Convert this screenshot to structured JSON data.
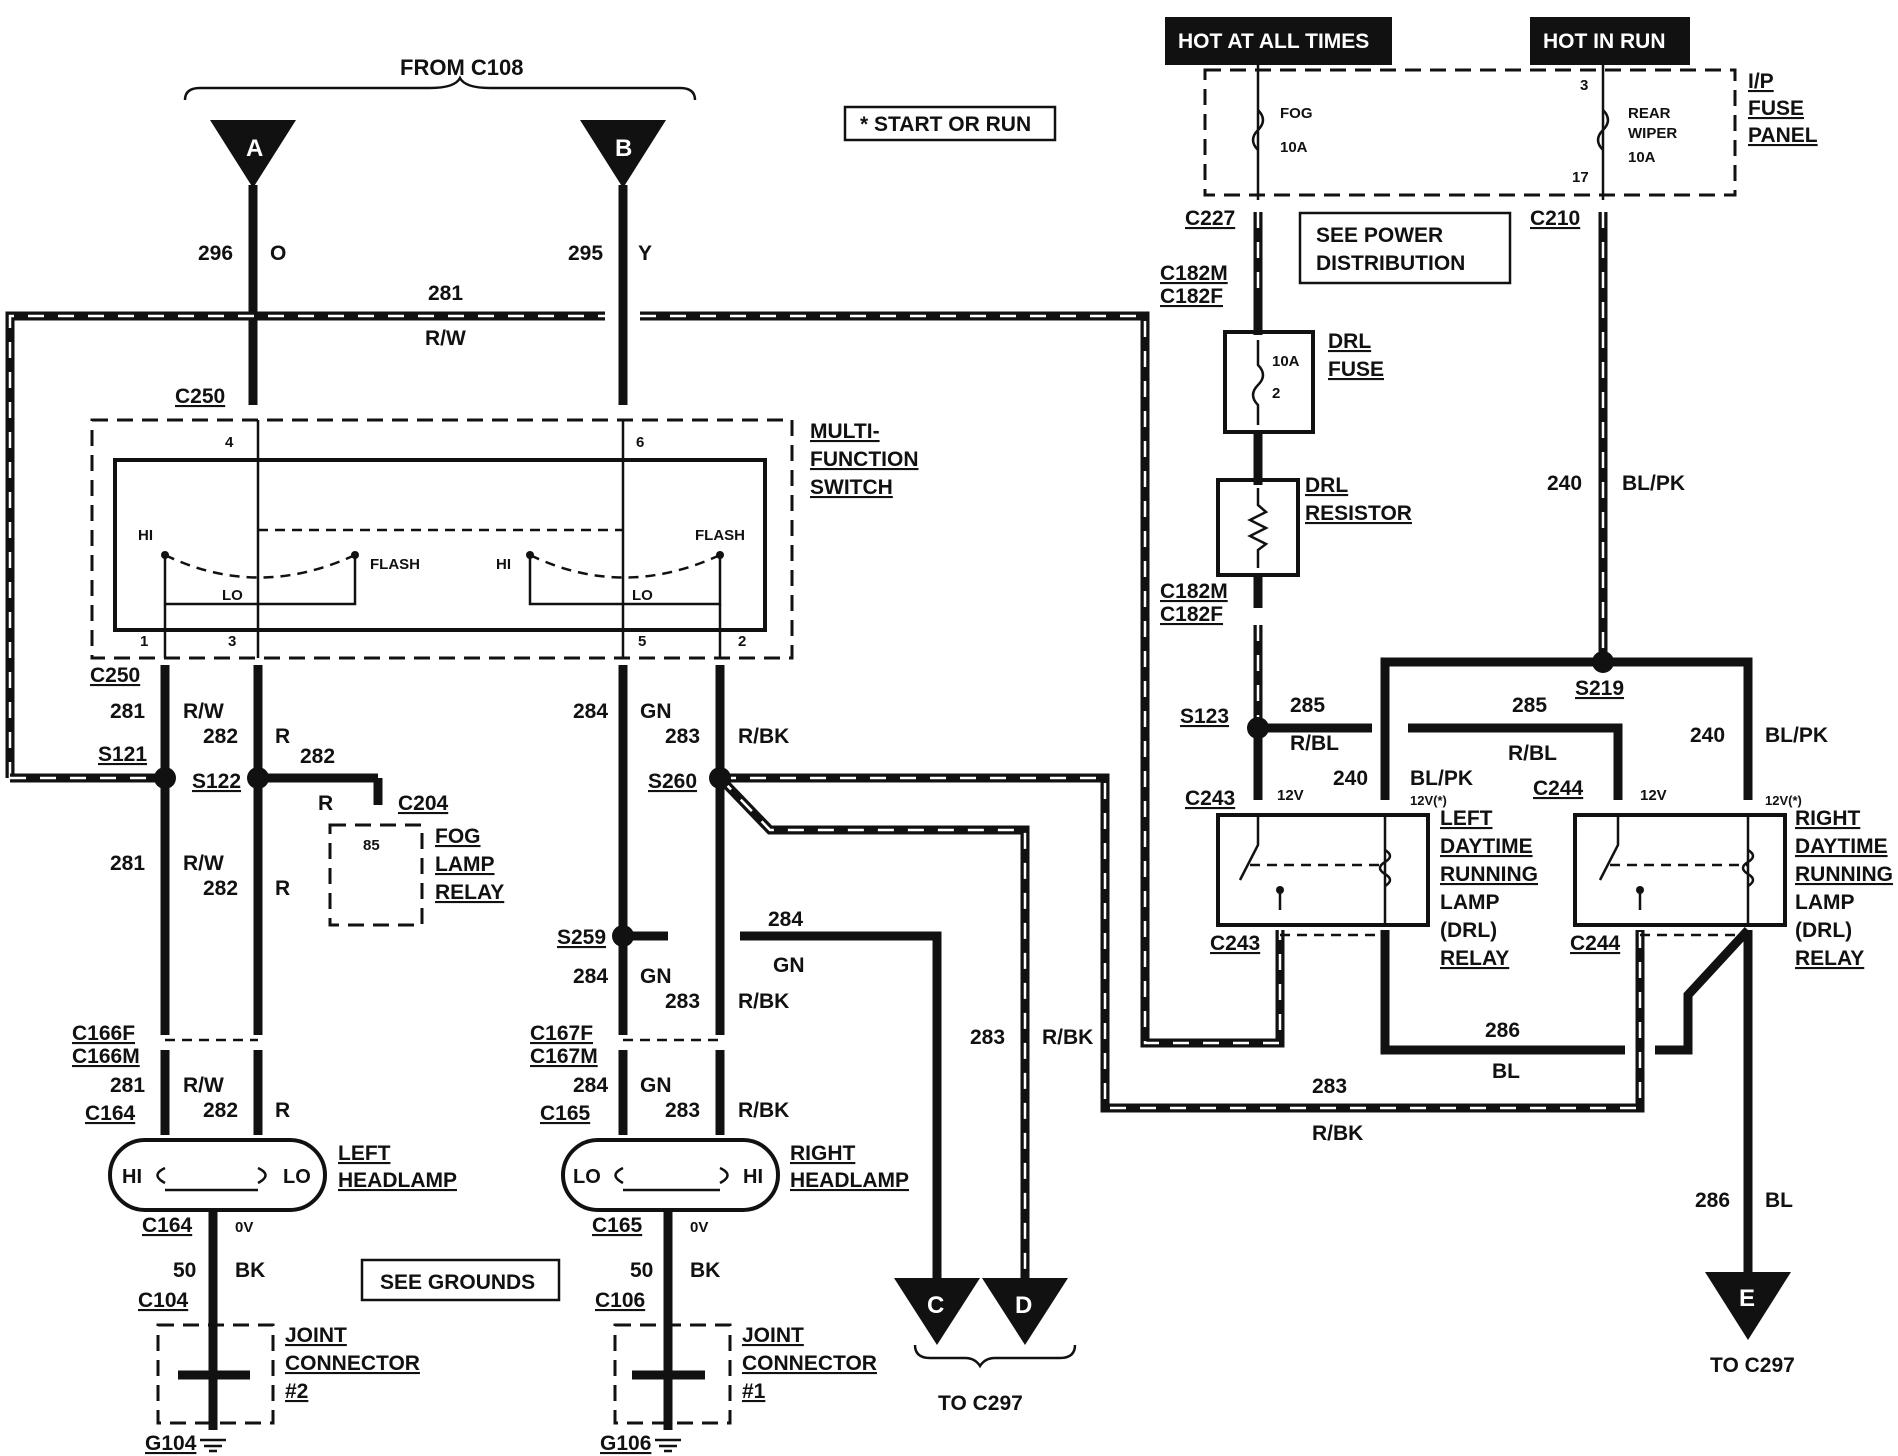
{
  "header": {
    "from_c108": "FROM C108",
    "start_or_run": "* START OR RUN",
    "hot_at_all_times": "HOT AT ALL TIMES",
    "hot_in_run": "HOT IN RUN"
  },
  "connectors": {
    "A": "A",
    "B": "B",
    "C": "C",
    "D": "D",
    "E": "E",
    "to_c297_left": "TO C297",
    "to_c297_right": "TO C297"
  },
  "fuse_panel": {
    "title_line1": "I/P",
    "title_line2": "FUSE",
    "title_line3": "PANEL",
    "fog_label": "FOG",
    "fog_rating": "10A",
    "rear_wiper_line1": "REAR",
    "rear_wiper_line2": "WIPER",
    "rear_wiper_rating": "10A",
    "pin_3": "3",
    "pin_17": "17"
  },
  "power": {
    "c227": "C227",
    "c210": "C210",
    "see_power_line1": "SEE POWER",
    "see_power_line2": "DISTRIBUTION",
    "c182m_top": "C182M",
    "c182f_top": "C182F",
    "c182m_bottom": "C182M",
    "c182f_bottom": "C182F",
    "drl_fuse_line1": "DRL",
    "drl_fuse_line2": "FUSE",
    "drl_fuse_rating": "10A",
    "drl_fuse_pin": "2",
    "drl_resistor_line1": "DRL",
    "drl_resistor_line2": "RESISTOR"
  },
  "wires": {
    "w296": "296",
    "o": "O",
    "w295": "295",
    "y": "Y",
    "w281_top": "281",
    "rw_top": "R/W",
    "w240_vert": "240",
    "blpk_vert": "BL/PK",
    "w281_a": "281",
    "rw_a": "R/W",
    "w282_a": "282",
    "r_a": "R",
    "w282_fog": "282",
    "r_fog": "R",
    "w281_b": "281",
    "rw_b": "R/W",
    "w282_b": "282",
    "r_b": "R",
    "w281_c": "281",
    "rw_c": "R/W",
    "w282_c": "282",
    "r_c": "R",
    "w284_a": "284",
    "gn_a": "GN",
    "w283_a": "283",
    "rbk_a": "R/BK",
    "w284_c297": "284",
    "gn_c297": "GN",
    "w284_b": "284",
    "gn_b": "GN",
    "w283_b": "283",
    "rbk_b": "R/BK",
    "w284_c": "284",
    "gn_c": "GN",
    "w283_c": "283",
    "rbk_c": "R/BK",
    "w283_d": "283",
    "rbk_d": "R/BK",
    "w285_left": "285",
    "rbl_left": "R/BL",
    "w285_right": "285",
    "rbl_right": "R/BL",
    "w240_left": "240",
    "blpk_left": "BL/PK",
    "w240_right": "240",
    "blpk_right": "BL/PK",
    "w286_h": "286",
    "bl_h": "BL",
    "w283_h": "283",
    "rbk_h": "R/BK",
    "w286_e": "286",
    "bl_e": "BL",
    "w50_left": "50",
    "bk_left": "BK",
    "w50_right": "50",
    "bk_right": "BK"
  },
  "switch": {
    "c250_top": "C250",
    "c250_bottom": "C250",
    "title_line1": "MULTI-",
    "title_line2": "FUNCTION",
    "title_line3": "SWITCH",
    "pin_4": "4",
    "pin_6": "6",
    "pin_1": "1",
    "pin_3": "3",
    "pin_5": "5",
    "pin_2": "2",
    "hi_left": "HI",
    "lo_left": "LO",
    "flash_left": "FLASH",
    "hi_right": "HI",
    "lo_right": "LO",
    "flash_right": "FLASH"
  },
  "splices": {
    "s121": "S121",
    "s122": "S122",
    "s260": "S260",
    "s259": "S259",
    "s123": "S123",
    "s219": "S219"
  },
  "fog_relay": {
    "c204": "C204",
    "pin_85": "85",
    "title_line1": "FOG",
    "title_line2": "LAMP",
    "title_line3": "RELAY"
  },
  "headlamps": {
    "c166f": "C166F",
    "c166m": "C166M",
    "c164_top": "C164",
    "c167f": "C167F",
    "c167m": "C167M",
    "c165_top": "C165",
    "left_hi": "HI",
    "left_lo": "LO",
    "left_title_line1": "LEFT",
    "left_title_line2": "HEADLAMP",
    "right_lo": "LO",
    "right_hi": "HI",
    "right_title_line1": "RIGHT",
    "right_title_line2": "HEADLAMP",
    "c164_bottom": "C164",
    "c165_bottom": "C165",
    "ov_left": "0V",
    "ov_right": "0V"
  },
  "grounds": {
    "see_grounds": "SEE GROUNDS",
    "c104": "C104",
    "c106": "C106",
    "jc2_line1": "JOINT",
    "jc2_line2": "CONNECTOR",
    "jc2_line3": "#2",
    "jc1_line1": "JOINT",
    "jc1_line2": "CONNECTOR",
    "jc1_line3": "#1",
    "g104": "G104",
    "g106": "G106"
  },
  "drl_relays": {
    "c243_top": "C243",
    "c243_bottom": "C243",
    "c244_top": "C244",
    "c244_bottom": "C244",
    "left_12v_a": "12V",
    "left_12v_b": "12V(*)",
    "right_12v_a": "12V",
    "right_12v_b": "12V(*)",
    "left_line1": "LEFT",
    "left_line2": "DAYTIME",
    "left_line3": "RUNNING",
    "left_line4": "LAMP",
    "left_line5": "(DRL)",
    "left_line6": "RELAY",
    "right_line1": "RIGHT",
    "right_line2": "DAYTIME",
    "right_line3": "RUNNING",
    "right_line4": "LAMP",
    "right_line5": "(DRL)",
    "right_line6": "RELAY"
  }
}
